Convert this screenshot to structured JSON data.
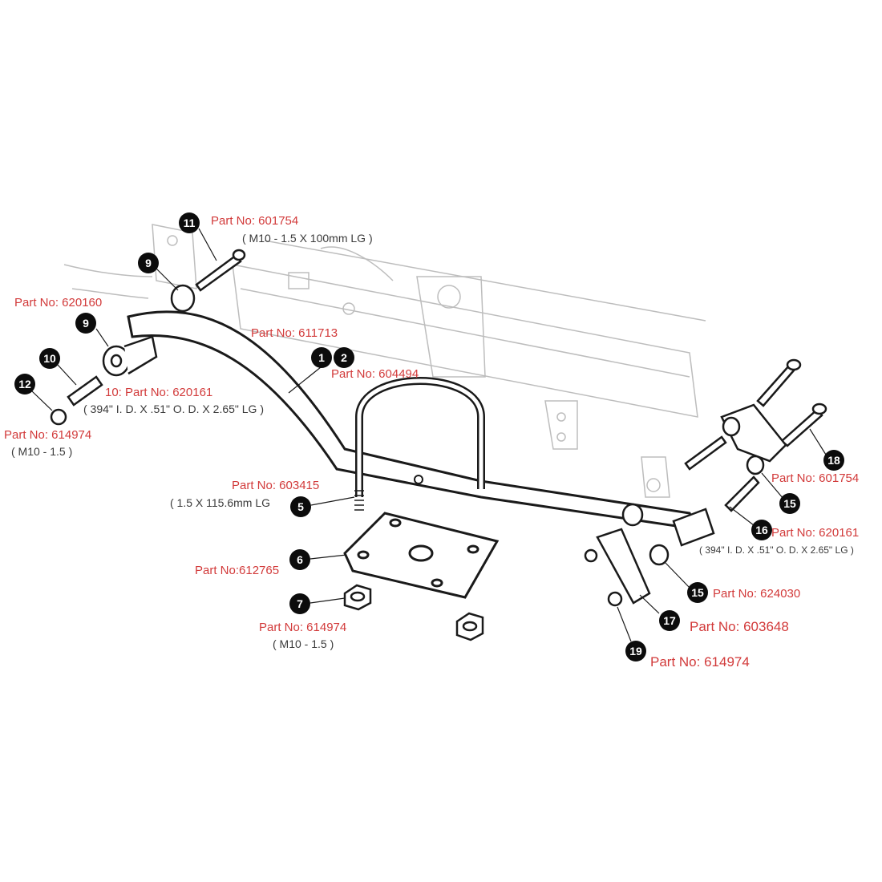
{
  "callouts": {
    "c1": "1",
    "c2": "2",
    "c5": "5",
    "c6": "6",
    "c7": "7",
    "c9a": "9",
    "c9b": "9",
    "c10": "10",
    "c11": "11",
    "c12": "12",
    "c15a": "15",
    "c15b": "15",
    "c16": "16",
    "c17": "17",
    "c18": "18",
    "c19": "19"
  },
  "labels": {
    "p601754_top": "Part No: 601754",
    "spec_m10_100": "( M10 - 1.5 X 100mm LG )",
    "p620160": "Part No:  620160",
    "p611713": "Part No: 611713",
    "p604494": "Part No:  604494",
    "p620161_10": "10: Part No: 620161",
    "spec_bushing_left": "( 394\" I. D. X .51\" O. D. X 2.65\" LG )",
    "p614974_left": "Part No: 614974",
    "spec_m10_left": "( M10 - 1.5 )",
    "p603415": "Part No: 603415",
    "spec_115": "( 1.5 X 115.6mm LG",
    "p612765": "Part No:612765",
    "p614974_center": "Part No:  614974",
    "spec_m10_center": "( M10 - 1.5 )",
    "p601754_right": "Part No:  601754",
    "p620161_right": "Part No:  620161",
    "spec_bushing_right": "( 394\" I. D. X .51\" O. D. X 2.65\" LG )",
    "p624030": "Part No: 624030",
    "p603648": "Part No:  603648",
    "p614974_bottom": "Part No: 614974"
  },
  "colors": {
    "label_red": "#d23a3a",
    "spec_gray": "#3a3a3a",
    "callout_black": "#0c0c0c",
    "line_light": "#b9b9b9"
  }
}
